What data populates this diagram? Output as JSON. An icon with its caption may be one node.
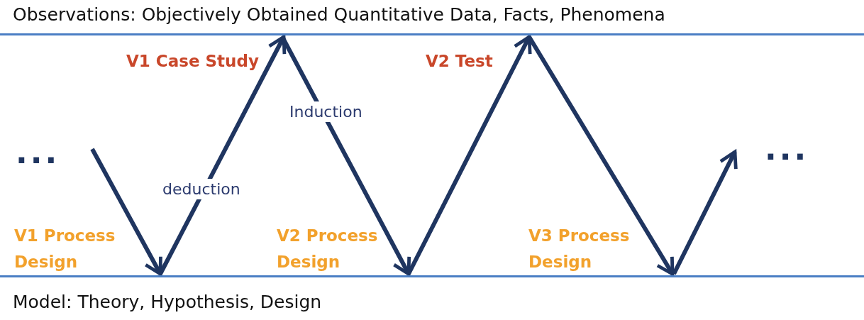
{
  "diagram": {
    "nodes": [
      {
        "text": [
          "Observations: Objectively Obtained Quantitative Data, Facts, Phenomena"
        ]
      },
      {
        "text": [
          "Model: Theory, Hypothesis, Design"
        ]
      }
    ],
    "edges": [
      {
        "from": null,
        "to": 1,
        "arrow": "to"
      },
      {
        "from": 1,
        "to": 0,
        "arrow": "to",
        "label": "deduction"
      },
      {
        "from": 0,
        "to": 1,
        "arrow": "to",
        "label": "Induction"
      },
      {
        "from": 1,
        "to": 0,
        "arrow": "to"
      },
      {
        "from": 0,
        "to": 1,
        "arrow": "to"
      },
      {
        "from": 1,
        "to": null,
        "arrow": "to"
      }
    ],
    "labels": [
      "V1 Case Study",
      "V2 Test",
      "...",
      "...",
      "V1 Process Design",
      "V2 Process Design",
      "V3 Process Design"
    ]
  }
}
